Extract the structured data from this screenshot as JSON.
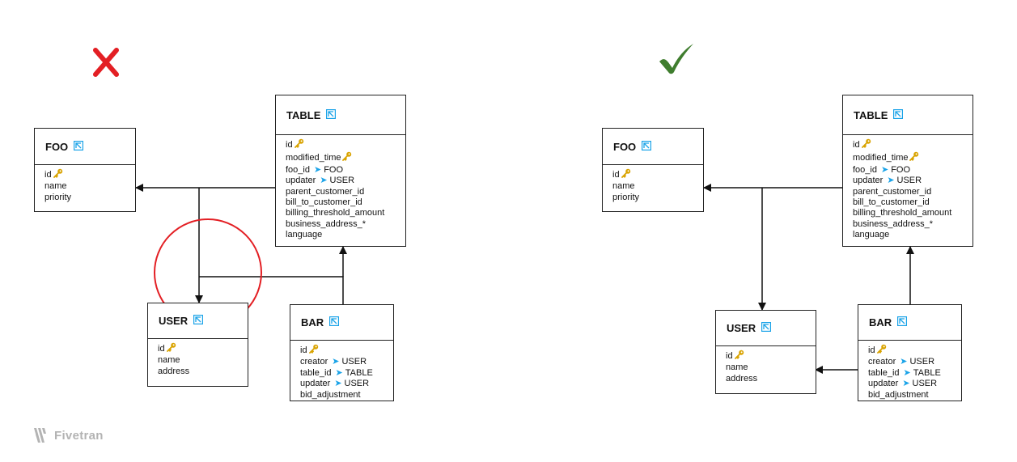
{
  "verdicts": {
    "wrong": "wrong-mark",
    "right": "check-mark",
    "wrong_color": "#e31f24",
    "right_color": "#3f7d2e"
  },
  "colors": {
    "ref_arrow": "#1aa3e8",
    "key": "#d9a300",
    "highlight_circle": "#e31f24"
  },
  "entities": {
    "table": {
      "name": "TABLE",
      "fields": [
        {
          "name": "id",
          "pk": true
        },
        {
          "name": "modified_time",
          "pk": true
        },
        {
          "name": "foo_id",
          "ref": "FOO"
        },
        {
          "name": "updater",
          "ref": "USER"
        },
        {
          "name": "parent_customer_id"
        },
        {
          "name": "bill_to_customer_id"
        },
        {
          "name": "billing_threshold_amount"
        },
        {
          "name": "business_address_*"
        },
        {
          "name": "language"
        }
      ]
    },
    "foo": {
      "name": "FOO",
      "fields": [
        {
          "name": "id",
          "pk": true
        },
        {
          "name": "name"
        },
        {
          "name": "priority"
        }
      ]
    },
    "user": {
      "name": "USER",
      "fields": [
        {
          "name": "id",
          "pk": true
        },
        {
          "name": "name"
        },
        {
          "name": "address"
        }
      ]
    },
    "bar": {
      "name": "BAR",
      "fields": [
        {
          "name": "id",
          "pk": true
        },
        {
          "name": "creator",
          "ref": "USER"
        },
        {
          "name": "table_id",
          "ref": "TABLE"
        },
        {
          "name": "updater",
          "ref": "USER"
        },
        {
          "name": "bid_adjustment"
        }
      ]
    }
  },
  "logo": {
    "text": "Fivetran"
  }
}
